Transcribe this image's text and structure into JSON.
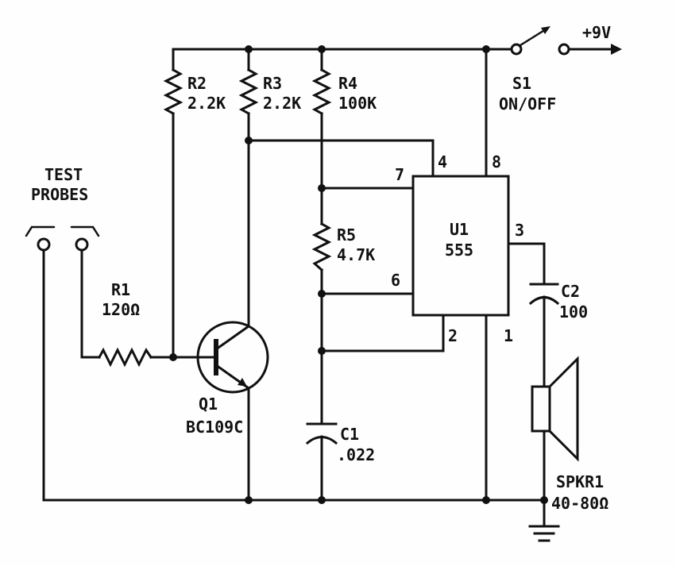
{
  "power": {
    "label": "+9V"
  },
  "switch_s1": {
    "ref": "S1",
    "state": "ON/OFF"
  },
  "probes": {
    "label_line1": "TEST",
    "label_line2": "PROBES"
  },
  "resistors": {
    "r1": {
      "ref": "R1",
      "value": "120Ω"
    },
    "r2": {
      "ref": "R2",
      "value": "2.2K"
    },
    "r3": {
      "ref": "R3",
      "value": "2.2K"
    },
    "r4": {
      "ref": "R4",
      "value": "100K"
    },
    "r5": {
      "ref": "R5",
      "value": "4.7K"
    }
  },
  "capacitors": {
    "c1": {
      "ref": "C1",
      "value": ".022"
    },
    "c2": {
      "ref": "C2",
      "value": "100"
    }
  },
  "ic_u1": {
    "ref": "U1",
    "part": "555",
    "pin1": "1",
    "pin2": "2",
    "pin3": "3",
    "pin4": "4",
    "pin6": "6",
    "pin7": "7",
    "pin8": "8"
  },
  "transistor_q1": {
    "ref": "Q1",
    "part": "BC109C"
  },
  "speaker": {
    "ref": "SPKR1",
    "impedance": "40-80Ω"
  },
  "colors": {
    "ink": "#111111",
    "ic_fill": "#e2e2e2",
    "paper": "#fefefe"
  }
}
